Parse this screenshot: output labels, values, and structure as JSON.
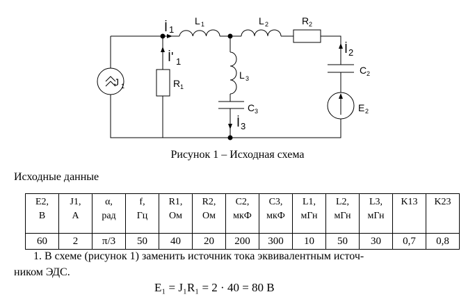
{
  "circuit": {
    "labels": {
      "J1": "J",
      "J1s": "1",
      "R1": "R",
      "R1s": "1",
      "L1": "L",
      "L1s": "1",
      "L2": "L",
      "L2s": "2",
      "L3": "L",
      "L3s": "3",
      "R2": "R",
      "R2s": "2",
      "C2": "C",
      "C2s": "2",
      "C3": "C",
      "C3s": "3",
      "E2": "E",
      "E2s": "2",
      "I1": "İ",
      "I1s": "1",
      "I1p": "İ'",
      "I1ps": "1",
      "I2": "İ",
      "I2s": "2",
      "I3": "İ",
      "I3s": "3"
    }
  },
  "caption": "Рисунок 1 – Исходная схема",
  "heading": "Исходные данные",
  "table": {
    "headers": [
      [
        "E2,",
        "В"
      ],
      [
        "J1,",
        "А"
      ],
      [
        "α,",
        "рад"
      ],
      [
        "f,",
        "Гц"
      ],
      [
        "R1,",
        "Ом"
      ],
      [
        "R2,",
        "Ом"
      ],
      [
        "C2,",
        "мкФ"
      ],
      [
        "C3,",
        "мкФ"
      ],
      [
        "L1,",
        "мГн"
      ],
      [
        "L2,",
        "мГн"
      ],
      [
        "L3,",
        "мГн"
      ],
      [
        "K13",
        ""
      ],
      [
        "K23",
        ""
      ]
    ],
    "values": [
      "60",
      "2",
      "π/3",
      "50",
      "40",
      "20",
      "200",
      "300",
      "10",
      "50",
      "30",
      "0,7",
      "0,8"
    ]
  },
  "para1": "1. В схеме (рисунок 1) заменить источник тока эквивалентным источ-",
  "para2": "ником ЭДС.",
  "formula": "E₁ = J₁R₁ = 2 · 40 = 80  В"
}
